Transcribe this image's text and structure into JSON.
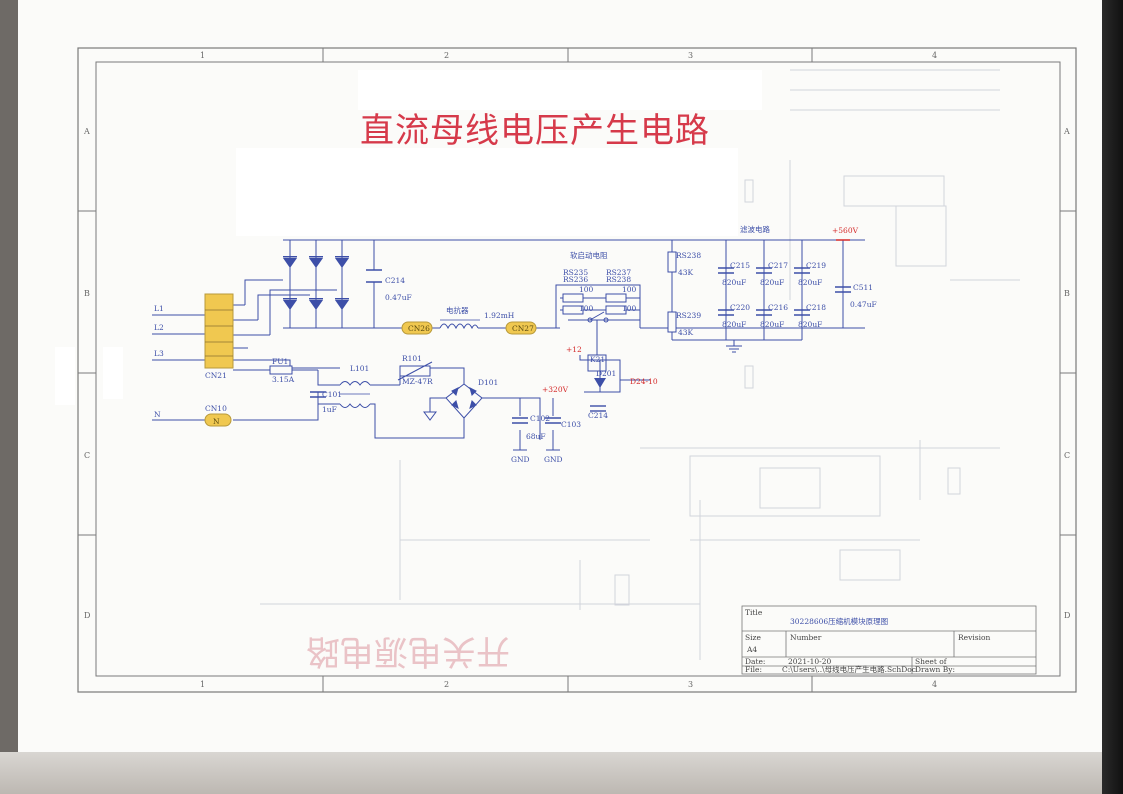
{
  "page_title": "直流母线电压产生电路",
  "mirrored_text": "开关电源电路",
  "frame": {
    "cols": [
      "1",
      "2",
      "3",
      "4"
    ],
    "rows": [
      "A",
      "B",
      "C",
      "D"
    ]
  },
  "title_block": {
    "title_label": "Title",
    "title_value": "30228606压缩机模块原理图",
    "size_label": "Size",
    "size_value": "A4",
    "number_label": "Number",
    "revision_label": "Revision",
    "date_label": "Date:",
    "date_value": "2021-10-20",
    "sheet_label": "Sheet  of",
    "file_label": "File:",
    "file_value": "C:\\Users\\..\\母线电压产生电路.SchDoc",
    "drawn_label": "Drawn By:"
  },
  "labels": {
    "l1": "L1",
    "l2": "L2",
    "l3": "L3",
    "n": "N",
    "cn21": "CN21",
    "cn10": "CN10",
    "n_conn": "N",
    "cn26": "CN26",
    "cn27": "CN27",
    "reactor": "电抗器",
    "reactor_val": "1.92mH",
    "c214": "C214",
    "c214_val": "0.47uF",
    "fu1": "FU1",
    "fu1_val": "3.15A",
    "l101": "L101",
    "r101": "R101",
    "r101_val": "MZ-47R",
    "c101": "C101",
    "c101_val": "1uF",
    "d101": "D101",
    "p320": "+320V",
    "c102": "C102",
    "c102_val": "68uF",
    "c103": "C103",
    "gnd1": "GND",
    "gnd2": "GND",
    "softstart": "软启动电阻",
    "rs235": "RS235",
    "rs236": "RS236",
    "rs237": "RS237",
    "rs238_pair": "RS238",
    "r100a": "100",
    "r100b": "100",
    "r100c": "100",
    "r100d": "100",
    "p12": "+12",
    "k21": "K21",
    "d201": "D201",
    "d24": "D24-10",
    "c214b": "C214",
    "filter": "滤波电路",
    "p560": "+560V",
    "rs238": "RS238",
    "rs238_val": "43K",
    "rs239": "RS239",
    "rs239_val": "43K",
    "c215": "C215",
    "c217": "C217",
    "c219": "C219",
    "c220": "C220",
    "c216": "C216",
    "c218": "C218",
    "cap820a": "820uF",
    "cap820b": "820uF",
    "cap820c": "820uF",
    "cap820d": "820uF",
    "cap820e": "820uF",
    "cap820f": "820uF",
    "c511": "C511",
    "c511_val": "0.47uF"
  },
  "colors": {
    "wire": "#3d4fa8",
    "title_red": "#d63a4a",
    "label_red": "#d42a2a",
    "connector": "#f0c850",
    "frame": "#7a7a7a"
  }
}
